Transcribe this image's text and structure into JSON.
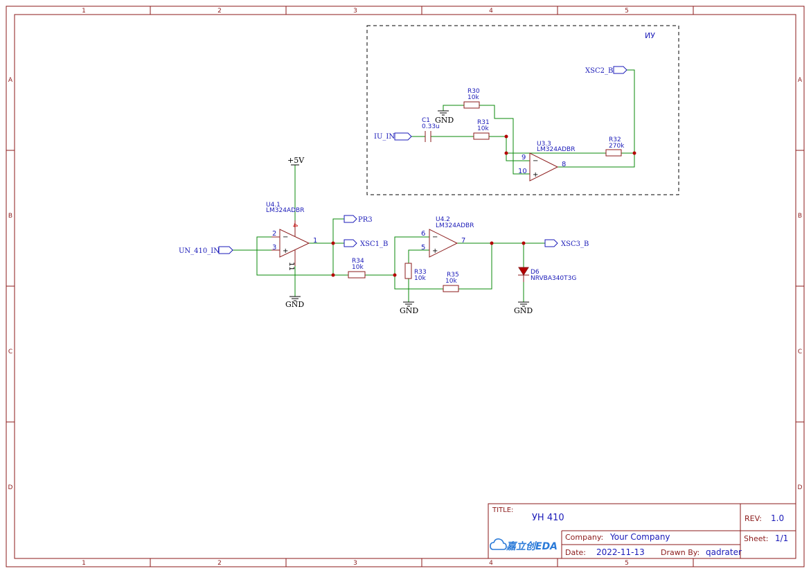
{
  "zones": {
    "columns": [
      "1",
      "2",
      "3",
      "4",
      "5"
    ],
    "rows": [
      "A",
      "B",
      "C",
      "D"
    ]
  },
  "group_box": {
    "label": "ИУ"
  },
  "nets": {
    "plus5v": "+5V",
    "gnd": "GND",
    "un_410_in": "UN_410_IN",
    "iu_in": "IU_IN",
    "xsc1": "XSC1_B",
    "xsc2": "XSC2_B",
    "xsc3": "XSC3_B",
    "pr3": "PR3"
  },
  "parts": {
    "u41": {
      "ref": "U4.1",
      "value": "LM324ADBR",
      "pins": {
        "inv": "2",
        "noninv": "3",
        "out": "1",
        "vcc": "4",
        "vee": "11"
      }
    },
    "u42": {
      "ref": "U4.2",
      "value": "LM324ADBR",
      "pins": {
        "inv": "6",
        "noninv": "5",
        "out": "7"
      }
    },
    "u33": {
      "ref": "U3.3",
      "value": "LM324ADBR",
      "pins": {
        "inv": "9",
        "noninv": "10",
        "out": "8"
      }
    },
    "r30": {
      "ref": "R30",
      "value": "10k"
    },
    "r31": {
      "ref": "R31",
      "value": "10k"
    },
    "r32": {
      "ref": "R32",
      "value": "270k"
    },
    "r33": {
      "ref": "R33",
      "value": "10k"
    },
    "r34": {
      "ref": "R34",
      "value": "10k"
    },
    "r35": {
      "ref": "R35",
      "value": "10k"
    },
    "c1": {
      "ref": "C1",
      "value": "0.33u"
    },
    "d6": {
      "ref": "D6",
      "value": "NRVBA340T3G"
    }
  },
  "title_block": {
    "title_label": "TITLE:",
    "title": "УН 410",
    "rev_label": "REV:",
    "rev": "1.0",
    "company_label": "Company:",
    "company": "Your Company",
    "sheet_label": "Sheet:",
    "sheet": "1/1",
    "date_label": "Date:",
    "date": "2022-11-13",
    "drawn_label": "Drawn By:",
    "drawn_by": "qadrater",
    "logo_text": "嘉立创EDA"
  },
  "colors": {
    "frame": "#8b1a1a",
    "wire": "#0a8a0a",
    "text": "#1a1ab8",
    "junction": "#b40000"
  }
}
